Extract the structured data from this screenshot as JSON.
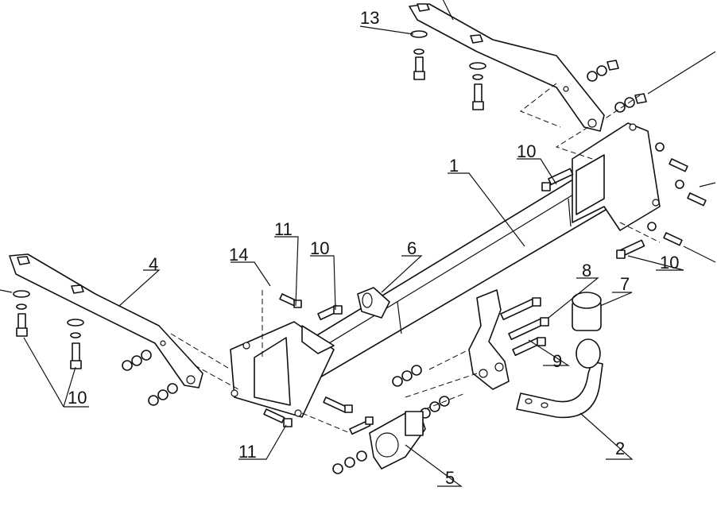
{
  "diagram": {
    "callouts": [
      {
        "id": "label-1",
        "text": "1"
      },
      {
        "id": "label-2",
        "text": "2"
      },
      {
        "id": "label-4",
        "text": "4"
      },
      {
        "id": "label-5",
        "text": "5"
      },
      {
        "id": "label-6",
        "text": "6"
      },
      {
        "id": "label-7",
        "text": "7"
      },
      {
        "id": "label-8",
        "text": "8"
      },
      {
        "id": "label-9",
        "text": "9"
      },
      {
        "id": "label-10a",
        "text": "10"
      },
      {
        "id": "label-10b",
        "text": "10"
      },
      {
        "id": "label-10c",
        "text": "10"
      },
      {
        "id": "label-10d",
        "text": "10"
      },
      {
        "id": "label-11a",
        "text": "11"
      },
      {
        "id": "label-11b",
        "text": "11"
      },
      {
        "id": "label-13",
        "text": "13"
      },
      {
        "id": "label-14",
        "text": "14"
      }
    ]
  }
}
